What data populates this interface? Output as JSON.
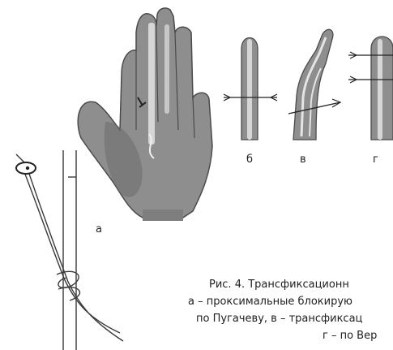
{
  "panels": {
    "a": "а",
    "b": "б",
    "v": "в",
    "g": "г"
  },
  "caption": {
    "line1": "Рис. 4. Трансфиксационн",
    "line2": "а – проксимальные блокирую",
    "line3": "по Пугачеву, в – трансфиксац",
    "line4": "г – по Вер"
  },
  "colors": {
    "tissue": "#8e8e8e",
    "tissue_dark": "#5a5a5a",
    "bone_light": "#d6d6d6",
    "line": "#3a3a3a"
  }
}
